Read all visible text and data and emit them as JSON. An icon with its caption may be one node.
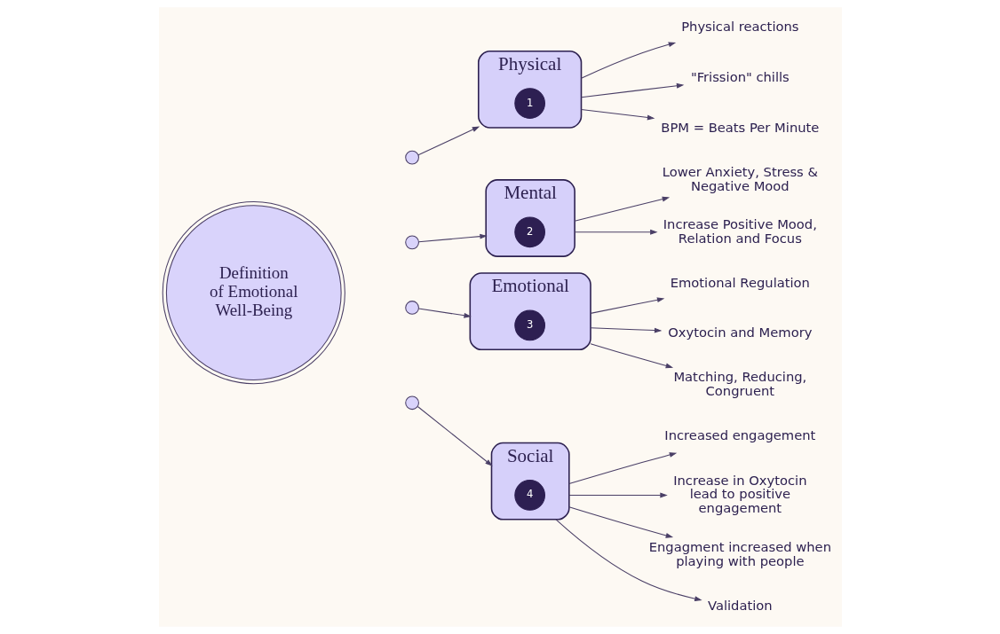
{
  "diagram": {
    "nodes": [
      {
        "text": [
          "Definition of Emotional Well-Being"
        ]
      },
      {
        "text": [],
        "shape": "circle"
      },
      {
        "text": [],
        "shape": "circle"
      },
      {
        "text": [],
        "shape": "circle"
      },
      {
        "text": [],
        "shape": "circle"
      },
      {
        "text": [
          "Physical"
        ]
      },
      {
        "text": [
          "1"
        ],
        "in": 5
      },
      {
        "text": [
          "Physical reactions"
        ]
      },
      {
        "text": [
          "\"Frission\" chills"
        ]
      },
      {
        "text": [
          "BPM = Beats Per Minute"
        ]
      },
      {
        "text": [
          "Mental"
        ]
      },
      {
        "text": [
          "2"
        ],
        "in": 10
      },
      {
        "text": [
          "Lower Anxiety, Stress & Negative Mood"
        ]
      },
      {
        "text": [
          "Increase Positive Mood, Relation and Focus"
        ]
      },
      {
        "text": [
          "Emotional"
        ]
      },
      {
        "text": [
          "3"
        ],
        "in": 14
      },
      {
        "text": [
          "Emotional Regulation"
        ]
      },
      {
        "text": [
          "Oxytocin and Memory"
        ]
      },
      {
        "text": [
          "Matching, Reducing, Congruent"
        ]
      },
      {
        "text": [
          "Social"
        ]
      },
      {
        "text": [
          "4"
        ],
        "in": 19
      },
      {
        "text": [
          "Increased engagement"
        ]
      },
      {
        "text": [
          "Increase in Oxytocin lead to positive engagement"
        ]
      },
      {
        "text": [
          "Engagment increased when playing with people"
        ]
      },
      {
        "text": [
          "Validation"
        ]
      }
    ],
    "edges": [
      {
        "from": 1,
        "to": 5,
        "arrow": "to"
      },
      {
        "from": 2,
        "to": 10,
        "arrow": "to"
      },
      {
        "from": 3,
        "to": 14,
        "arrow": "to"
      },
      {
        "from": 4,
        "to": 19,
        "arrow": "to"
      },
      {
        "from": 5,
        "to": 7,
        "arrow": "to"
      },
      {
        "from": 5,
        "to": 8,
        "arrow": "to"
      },
      {
        "from": 5,
        "to": 9,
        "arrow": "to"
      },
      {
        "from": 10,
        "to": 12,
        "arrow": "to"
      },
      {
        "from": 10,
        "to": 13,
        "arrow": "to"
      },
      {
        "from": 14,
        "to": 16,
        "arrow": "to"
      },
      {
        "from": 14,
        "to": 17,
        "arrow": "to"
      },
      {
        "from": 14,
        "to": 18,
        "arrow": "to"
      },
      {
        "from": 19,
        "to": 21,
        "arrow": "to"
      },
      {
        "from": 19,
        "to": 22,
        "arrow": "to"
      },
      {
        "from": 19,
        "to": 23,
        "arrow": "to"
      },
      {
        "from": 19,
        "to": 24,
        "arrow": "to"
      }
    ]
  }
}
